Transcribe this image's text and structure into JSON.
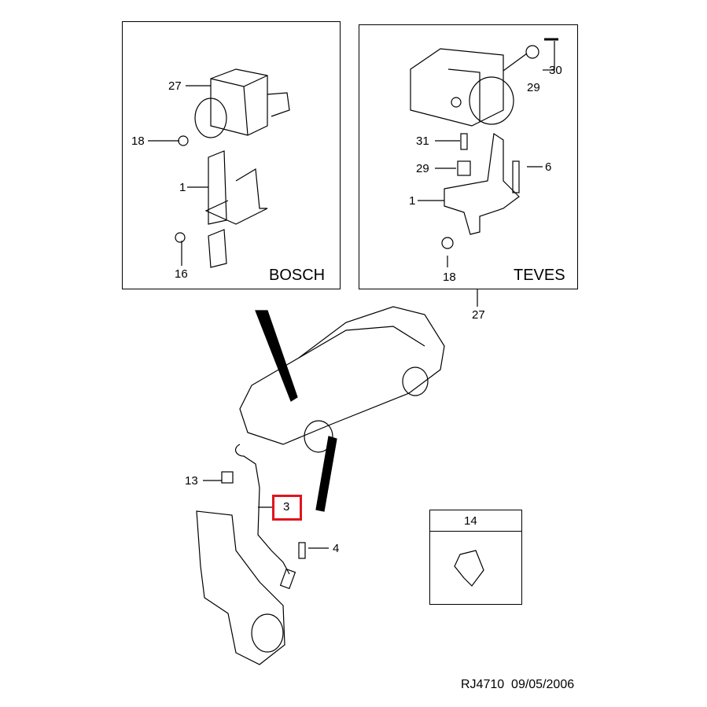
{
  "bosch_panel": {
    "title": "BOSCH",
    "callouts": {
      "modulator": "27",
      "nut": "18",
      "bracket": "1",
      "nut_lower": "16"
    }
  },
  "teves_panel": {
    "title": "TEVES",
    "callouts": {
      "bolt": "30",
      "grommet_top": "29",
      "stud": "31",
      "grommet": "29",
      "bolt_side": "6",
      "bracket": "1",
      "nut": "18"
    },
    "assembly_ref": "27"
  },
  "sensor_area": {
    "callouts": {
      "clip": "13",
      "sensor": "3",
      "bolt": "4"
    },
    "highlighted": "3",
    "highlight_color": "#e0141e"
  },
  "clip_detail": {
    "title": "14"
  },
  "footer": {
    "ref": "RJ4710  09/05/2006"
  }
}
